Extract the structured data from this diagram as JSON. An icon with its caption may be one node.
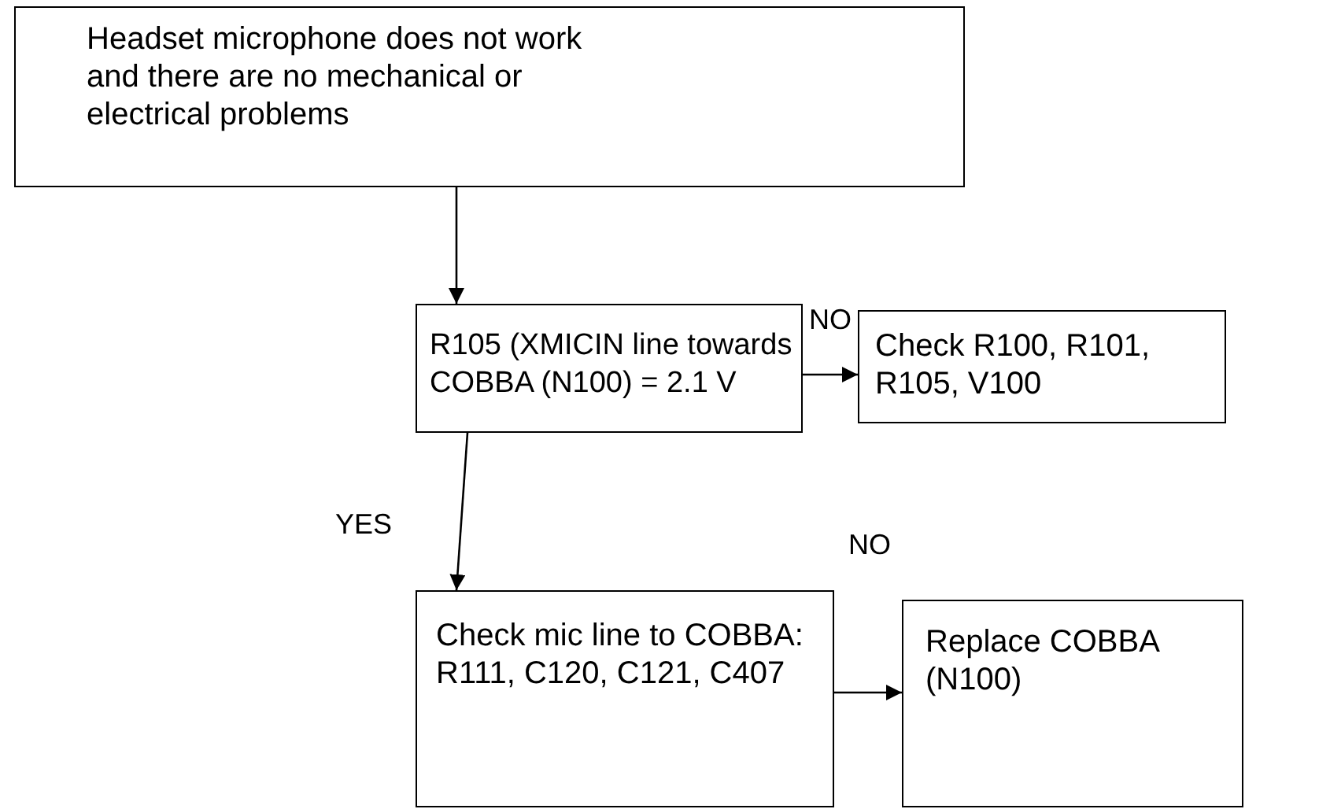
{
  "diagram": {
    "nodes": [
      {
        "text": [
          "Headset microphone does not work and there are no mechanical or electrical problems"
        ]
      },
      {
        "text": [
          "R105 (XMICIN line towards COBBA (N100) = 2.1 V"
        ]
      },
      {
        "text": [
          "Check R100, R101, R105, V100"
        ]
      },
      {
        "text": [
          "Check mic line to COBBA: R111, C120, C121, C407"
        ]
      },
      {
        "text": [
          "Replace COBBA (N100)"
        ]
      }
    ],
    "edges": [
      {
        "from": 0,
        "to": 1,
        "arrow": "to"
      },
      {
        "from": 1,
        "to": 2,
        "arrow": "to",
        "label": "NO"
      },
      {
        "from": 1,
        "to": 3,
        "arrow": "to",
        "label": "YES"
      },
      {
        "from": 3,
        "to": 4,
        "arrow": "to",
        "label": "NO"
      }
    ]
  }
}
